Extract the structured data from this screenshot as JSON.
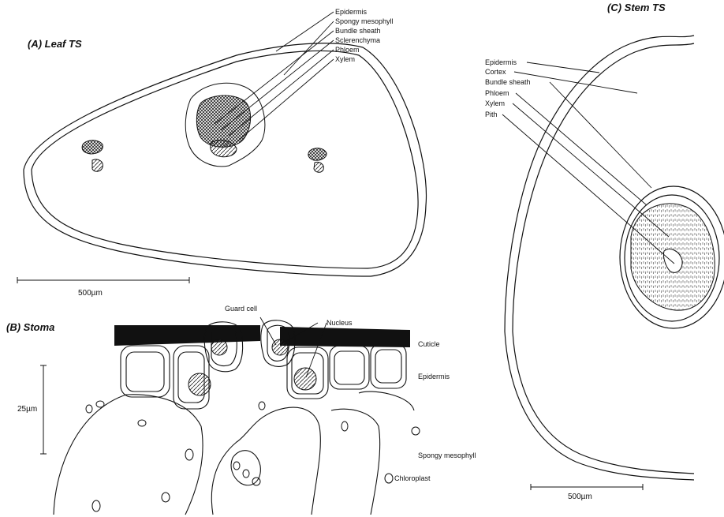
{
  "panels": {
    "leaf": {
      "title": "(A) Leaf TS",
      "labels": [
        "Epidermis",
        "Spongy mesophyll",
        "Bundle sheath",
        "Sclerenchyma",
        "Phloem",
        "Xylem"
      ],
      "scale": "500µm"
    },
    "stoma": {
      "title": "(B) Stoma",
      "labels": {
        "guard_cell": "Guard cell",
        "nucleus": "Nucleus",
        "cuticle": "Cuticle",
        "epidermis": "Epidermis",
        "spongy_mesophyll": "Spongy mesophyll",
        "chloroplast": "Chloroplast"
      },
      "scale": "25µm"
    },
    "stem": {
      "title": "(C) Stem TS",
      "labels": [
        "Epidermis",
        "Cortex",
        "Bundle sheath",
        "Phloem",
        "Xylem",
        "Pith"
      ],
      "scale": "500µm"
    }
  }
}
